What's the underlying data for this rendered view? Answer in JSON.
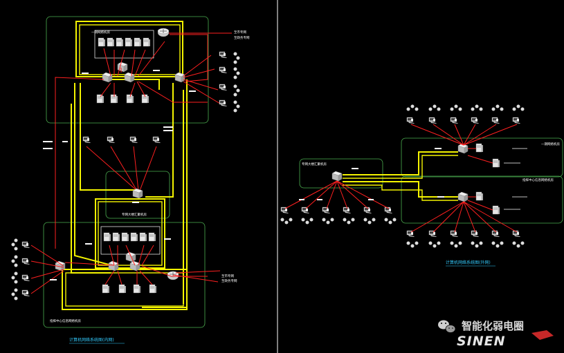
{
  "left_diagram": {
    "zones": {
      "top_building": "一期网络机房",
      "convergence": "专网大楼汇聚机房",
      "bottom_building": "指挥中心信息网络机房"
    },
    "external_top": [
      "至市专网",
      "至政务专网"
    ],
    "external_bottom": [
      "至市专网",
      "至政务专网"
    ],
    "caption": "计算机网络系统图(内网)"
  },
  "right_diagram": {
    "zones": {
      "convergence": "专网大楼汇聚机房",
      "top_building": "一期网络机房",
      "bottom_building": "指挥中心信息网络机房"
    },
    "caption": "计算机网络系统图(外网)"
  },
  "watermark": {
    "brand_cn": "智能化弱电圈",
    "brand_en": "SINEN"
  },
  "icons": [
    "switch-icon",
    "router-icon",
    "server-icon",
    "workstation-icon",
    "wechat-icon"
  ]
}
